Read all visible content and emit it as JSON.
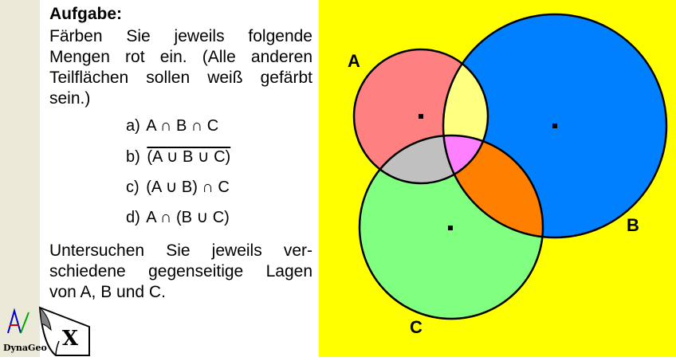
{
  "instructions": {
    "title": "Aufgabe:",
    "intro_lines": [
      "Färben Sie jeweils folgende",
      "Mengen rot ein. (Alle anderen",
      "Teilflächen sollen weiß gefärbt",
      "sein.)"
    ],
    "tasks": [
      {
        "label": "a)",
        "expr": "A ∩ B ∩ C"
      },
      {
        "label": "b)",
        "expr": "(A ∪ B ∪ C)"
      },
      {
        "label": "c)",
        "expr": "(A ∪ B) ∩ C"
      },
      {
        "label": "d)",
        "expr": "A ∩ (B ∪ C)"
      }
    ],
    "outro_lines": [
      "Untersuchen Sie jeweils ver-",
      "schiedene gegenseitige Lagen",
      "von A, B und C."
    ]
  },
  "venn": {
    "labels": {
      "a": "A",
      "b": "B",
      "c": "C"
    },
    "colors": {
      "background": "#ffff00",
      "a_only": "#ff8080",
      "b_only": "#0080ff",
      "c_only": "#80ff80",
      "a_and_b": "#ffff80",
      "a_and_c": "#c0c0c0",
      "b_and_c": "#ff8000",
      "a_and_b_and_c": "#ff80ff"
    }
  },
  "logo": {
    "text": "DynaGeo"
  }
}
